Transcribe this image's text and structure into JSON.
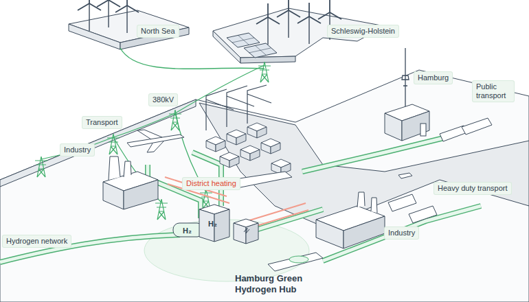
{
  "diagram": {
    "nodes": [
      {
        "text": [
          "North Sea"
        ]
      },
      {
        "text": [
          "Schleswig-Holstein"
        ]
      },
      {
        "text": [
          "Hamburg"
        ]
      },
      {
        "text": [
          "Public transport"
        ]
      },
      {
        "text": [
          "380kV"
        ]
      },
      {
        "text": [
          "Transport"
        ]
      },
      {
        "text": [
          "Industry"
        ]
      },
      {
        "text": [
          "District heating"
        ]
      },
      {
        "text": [
          "Heavy duty transport"
        ]
      },
      {
        "text": [
          "Hydrogen network"
        ]
      },
      {
        "text": [
          "Industry"
        ]
      }
    ],
    "labels": [
      "H₂",
      "H₂",
      "Hamburg Green Hydrogen Hub"
    ]
  }
}
